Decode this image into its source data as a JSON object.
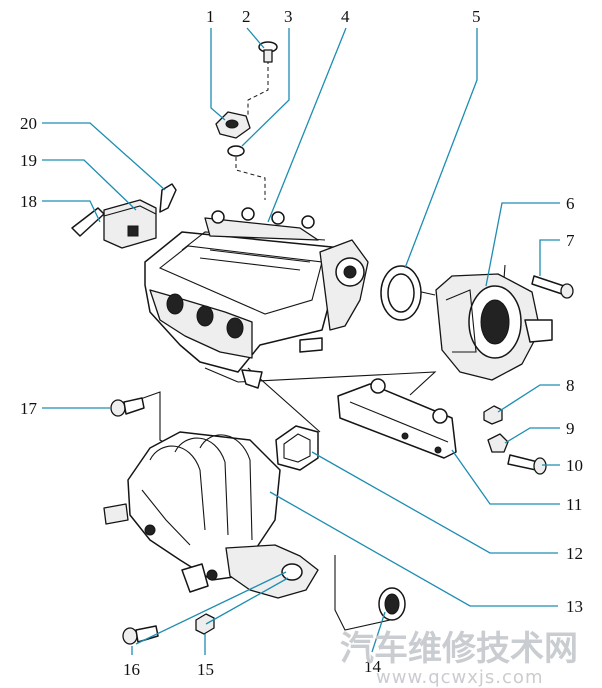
{
  "labels": [
    {
      "id": "1",
      "text": "1"
    },
    {
      "id": "2",
      "text": "2"
    },
    {
      "id": "3",
      "text": "3"
    },
    {
      "id": "4",
      "text": "4"
    },
    {
      "id": "5",
      "text": "5"
    },
    {
      "id": "6",
      "text": "6"
    },
    {
      "id": "7",
      "text": "7"
    },
    {
      "id": "8",
      "text": "8"
    },
    {
      "id": "9",
      "text": "9"
    },
    {
      "id": "10",
      "text": "10"
    },
    {
      "id": "11",
      "text": "11"
    },
    {
      "id": "12",
      "text": "12"
    },
    {
      "id": "13",
      "text": "13"
    },
    {
      "id": "14",
      "text": "14"
    },
    {
      "id": "15",
      "text": "15"
    },
    {
      "id": "16",
      "text": "16"
    },
    {
      "id": "17",
      "text": "17"
    },
    {
      "id": "18",
      "text": "18"
    },
    {
      "id": "19",
      "text": "19"
    },
    {
      "id": "20",
      "text": "20"
    }
  ],
  "watermark": {
    "text": "汽车维修技术网",
    "url": "www.qcwxjs.com"
  },
  "colors": {
    "leader": "#1d8db2",
    "outline": "#151515",
    "watermark": "#c9ccd0"
  }
}
